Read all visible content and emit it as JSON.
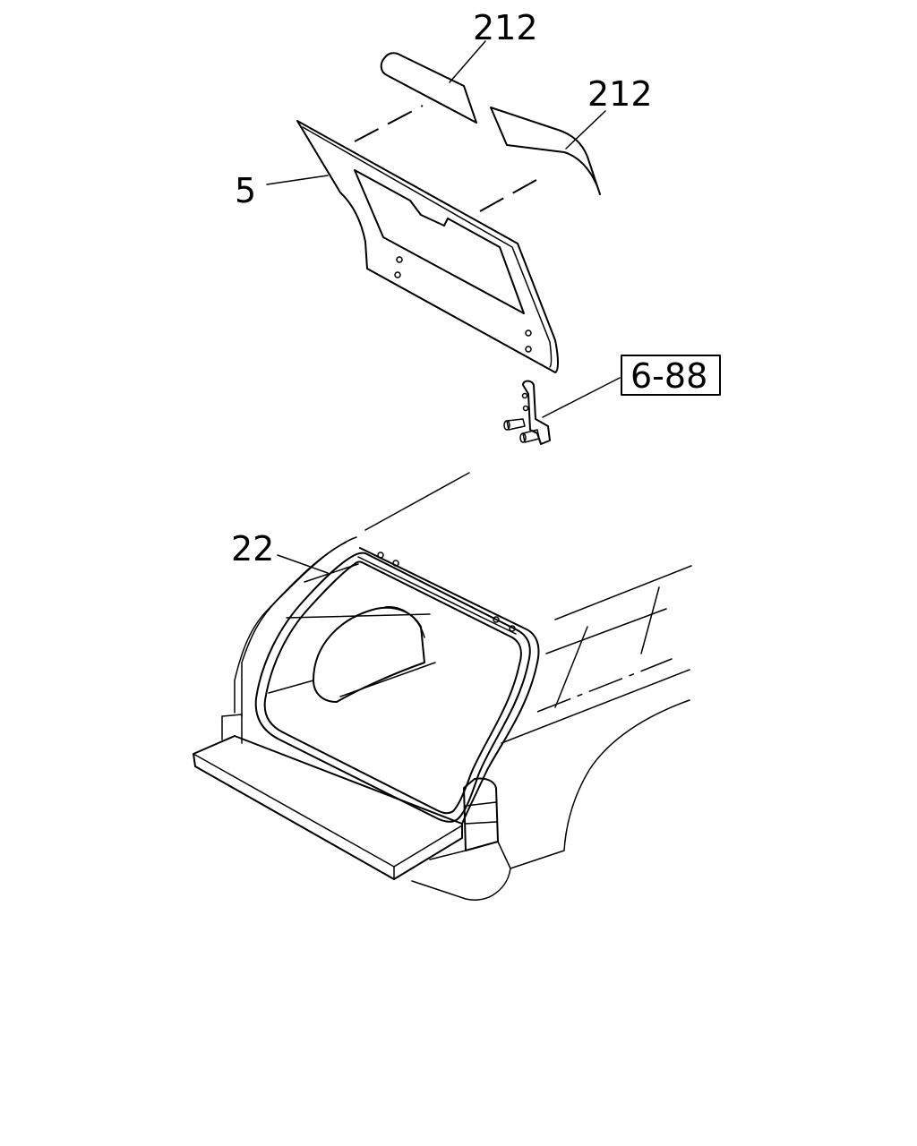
{
  "callouts": {
    "part_212_top": "212",
    "part_212_right": "212",
    "part_5": "5",
    "part_22": "22",
    "ref_6_88": "6-88"
  }
}
